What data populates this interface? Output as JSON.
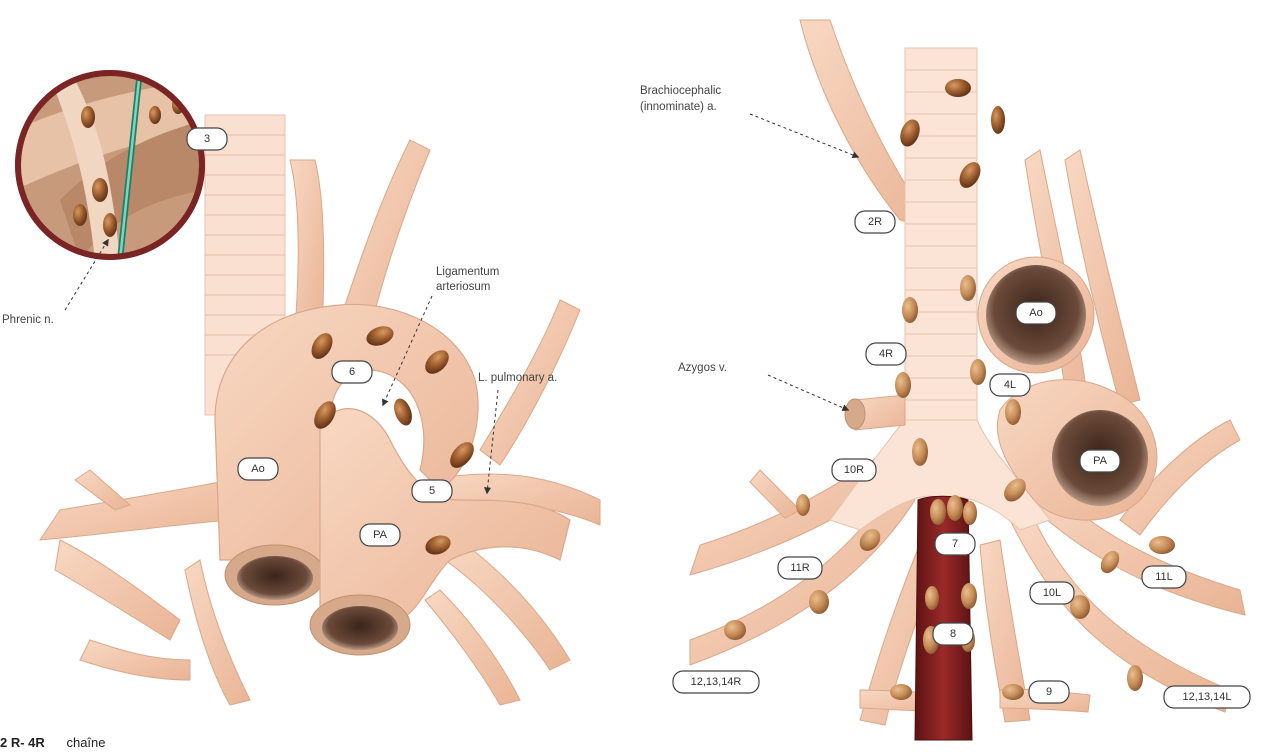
{
  "left_figure": {
    "annotations": {
      "phrenic": "Phrenic n.",
      "ligamentum_line1": "Ligamentum",
      "ligamentum_line2": "arteriosum",
      "lpa": "L. pulmonary a."
    },
    "stations": {
      "s3": "3",
      "s6": "6",
      "s5": "5",
      "ao": "Ao",
      "pa": "PA"
    }
  },
  "right_figure": {
    "annotations": {
      "brachio_line1": "Brachiocephalic",
      "brachio_line2": "(innominate) a.",
      "azygos": "Azygos v."
    },
    "stations": {
      "s2r": "2R",
      "s4r": "4R",
      "s4l": "4L",
      "ao": "Ao",
      "pa": "PA",
      "s10r": "10R",
      "s10l": "10L",
      "s11r": "11R",
      "s11l": "11L",
      "s7": "7",
      "s8": "8",
      "s9": "9",
      "s12r": "12,13,14R",
      "s12l": "12,13,14L"
    }
  },
  "caption": {
    "bold": "2 R- 4R",
    "text": "chaîne"
  },
  "colors": {
    "vessel": "#f3c9ae",
    "vessel_edge": "#d9a88a",
    "trachea": "#fbe4d6",
    "node": "#9a5a2c",
    "esophagus": "#7a1e1e",
    "lumen": "#6b4a3a"
  }
}
